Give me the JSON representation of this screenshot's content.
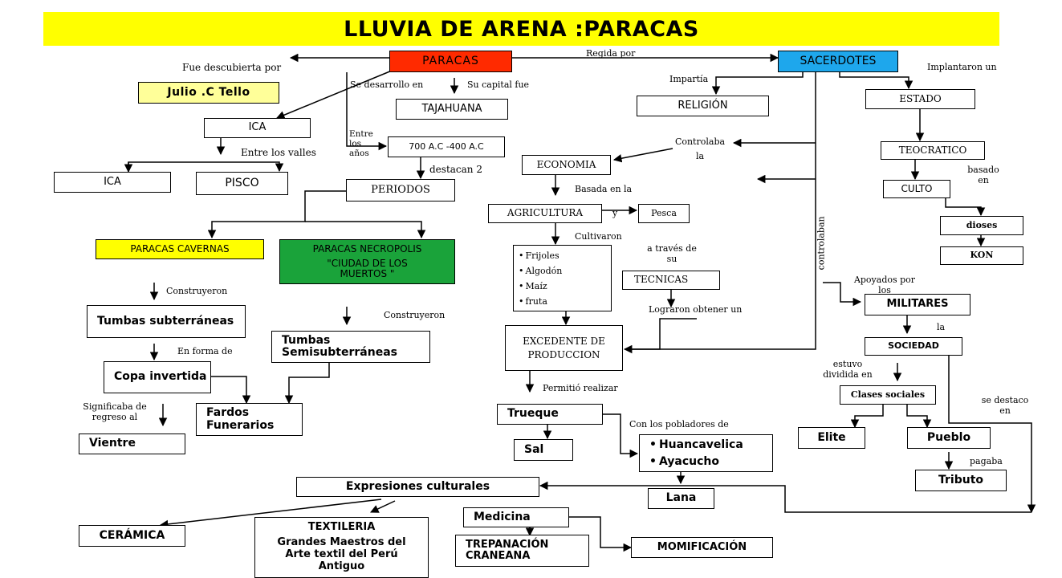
{
  "title": "LLUVIA DE ARENA :PARACAS",
  "colors": {
    "title_bg": "#ffff00",
    "paracas": "#ff2a00",
    "sacerdotes": "#1ea7ec",
    "tello": "#ffff99",
    "cavernas": "#ffff00",
    "necropolis": "#1aa33a"
  },
  "nodes": {
    "paracas": "PARACAS",
    "sacerdotes": "SACERDOTES",
    "julio_tello": "Julio .C Tello",
    "ica_top": "ICA",
    "ica_valley": "ICA",
    "pisco": "PISCO",
    "tajahuana": "TAJAHUANA",
    "anos": "700 A.C -400 A.C",
    "periodos": "PERIODOS",
    "cavernas": "PARACAS CAVERNAS",
    "necropolis_1": "PARACAS NECROPOLIS",
    "necropolis_2": "\"CIUDAD DE LOS MUERTOS \"",
    "tumbas_sub": "Tumbas subterráneas",
    "copa": "Copa invertida",
    "vientre": "Vientre",
    "fardos": "Fardos Funerarios",
    "tumbas_semi": "Tumbas Semisubterráneas",
    "religion": "RELIGIÓN",
    "estado": "ESTADO",
    "teocratico": "TEOCRATICO",
    "culto": "CULTO",
    "dioses": "dioses",
    "kon": "KON",
    "economia": "ECONOMIA",
    "agricultura": "AGRICULTURA",
    "pesca": "Pesca",
    "cultivos": [
      "Frijoles",
      "Algodón",
      "Maíz",
      "fruta"
    ],
    "tecnicas": "TECNICAS",
    "excedente": "EXCEDENTE DE PRODUCCION",
    "trueque": "Trueque",
    "sal": "Sal",
    "pobladores": [
      "Huancavelica",
      "Ayacucho"
    ],
    "lana": "Lana",
    "militares": "MILITARES",
    "sociedad": "SOCIEDAD",
    "clases": "Clases sociales",
    "elite": "Elite",
    "pueblo": "Pueblo",
    "tributo": "Tributo",
    "expresiones": "Expresiones culturales",
    "ceramica": "CERÁMICA",
    "textileria_title": "TEXTILERIA",
    "textileria_body": "Grandes Maestros del Arte textil del Perú Antiguo",
    "medicina": "Medicina",
    "trepanacion": "TREPANACIÓN CRANEANA",
    "momificacion": "MOMIFICACIÓN"
  },
  "labels": {
    "fue_descubierta": "Fue descubierta por",
    "regida_por": "Regida por",
    "se_desarrollo": "Se desarrollo en",
    "capital": "Su capital fue",
    "entre_valles": "Entre los valles",
    "entre_anos": "Entre los años",
    "destacan": "destacan 2",
    "construyeron_1": "Construyeron",
    "construyeron_2": "Construyeron",
    "en_forma": "En forma de",
    "significaba": "Significaba de regreso al",
    "impartia": "Impartía",
    "implantaron": "Implantaron un",
    "controlaba": "Controlaba la",
    "basado_en": "basado en",
    "basada_en": "Basada en la",
    "y": "y",
    "cultivaron": "Cultivaron",
    "a_traves": "a través de su",
    "lograron": "Lograron obtener un",
    "controlaban": "controlaban",
    "permitio": "Permitió realizar",
    "con_pobladores": "Con los pobladores de",
    "apoyados": "Apoyados por los",
    "la": "la",
    "estuvo": "estuvo dividida en",
    "se_destaco": "se destaco en",
    "pagaba": "pagaba"
  }
}
